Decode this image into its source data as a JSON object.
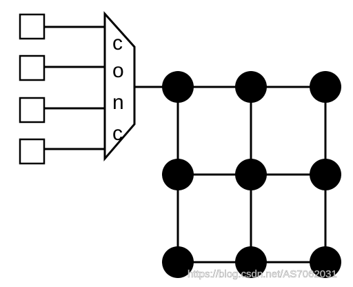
{
  "diagram": {
    "input_count": 4,
    "concentrator": {
      "letters": [
        "c",
        "o",
        "n",
        "c"
      ]
    },
    "mesh": {
      "rows": 3,
      "cols": 3
    },
    "watermark": "https://blog.csdn.net/AS7062031"
  },
  "colors": {
    "line": "#000000",
    "node": "#000000",
    "background": "#ffffff"
  }
}
